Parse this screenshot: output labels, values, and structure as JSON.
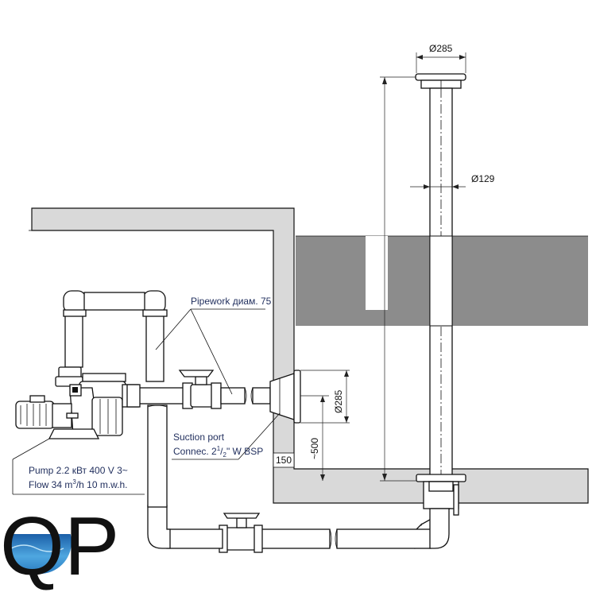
{
  "dimensions": {
    "top_diameter": "Ø285",
    "column_diameter": "Ø129",
    "inlet_diameter": "Ø285",
    "inlet_height": "~500",
    "wall_offset": "150"
  },
  "labels": {
    "pipework": "Pipework диам. 75",
    "suction_line1": "Suction port",
    "suction_line2_pre": "Connec. 2",
    "suction_sup": "1",
    "suction_slash": "/",
    "suction_sub": "2",
    "suction_post": "\" W BSP",
    "pump_line1": "Pump 2.2 кВт 400 V 3~",
    "pump_line2_pre": "Flow 34 m",
    "pump_line2_sup": "3",
    "pump_line2_post": "/h 10 m.w.h."
  },
  "logo": {
    "text": "QP"
  },
  "colors": {
    "water": "#8c8c8c",
    "wall": "#d9d9d9",
    "line": "#111111",
    "label": "#1f2d5c",
    "logo_blue": "#2f86c9"
  }
}
